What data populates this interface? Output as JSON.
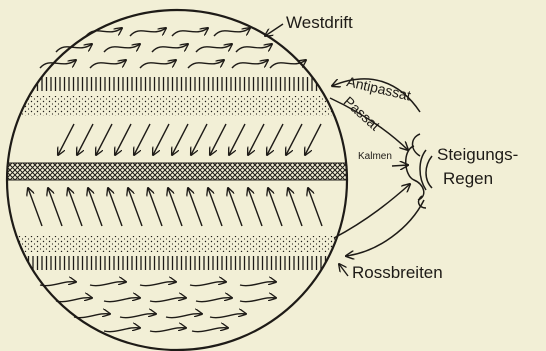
{
  "diagram": {
    "labels": {
      "westdrift": "Westdrift",
      "antipassat": "Antipassat",
      "passat": "Passat",
      "kalmen": "Kalmen",
      "steigungs": "Steigungs-",
      "regen": "Regen",
      "rossbreiten": "Rossbreiten"
    },
    "zones_north_to_south": [
      "westerlies",
      "horse-latitudes",
      "trade-winds",
      "doldrums",
      "trade-winds",
      "horse-latitudes",
      "westerlies"
    ],
    "ink_color": "#1e1b17",
    "paper_color": "#f2efd6"
  }
}
